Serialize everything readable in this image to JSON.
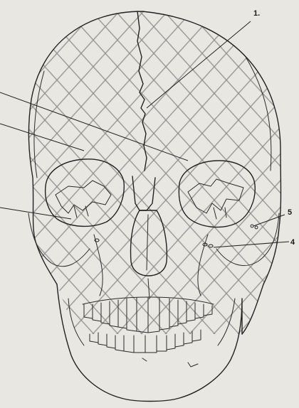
{
  "figure": {
    "subject": "skull-anterior-view",
    "style": "hand-drawn line art with cross-hatching",
    "background_color": "#e9e7e1",
    "ink_color": "#222222",
    "hatch_color": "#8a8a8a"
  },
  "labels": [
    {
      "id": "1",
      "text": "1."
    },
    {
      "id": "4",
      "text": "4"
    },
    {
      "id": "5",
      "text": "5"
    }
  ],
  "unlabeled_pointer_lines": 3
}
